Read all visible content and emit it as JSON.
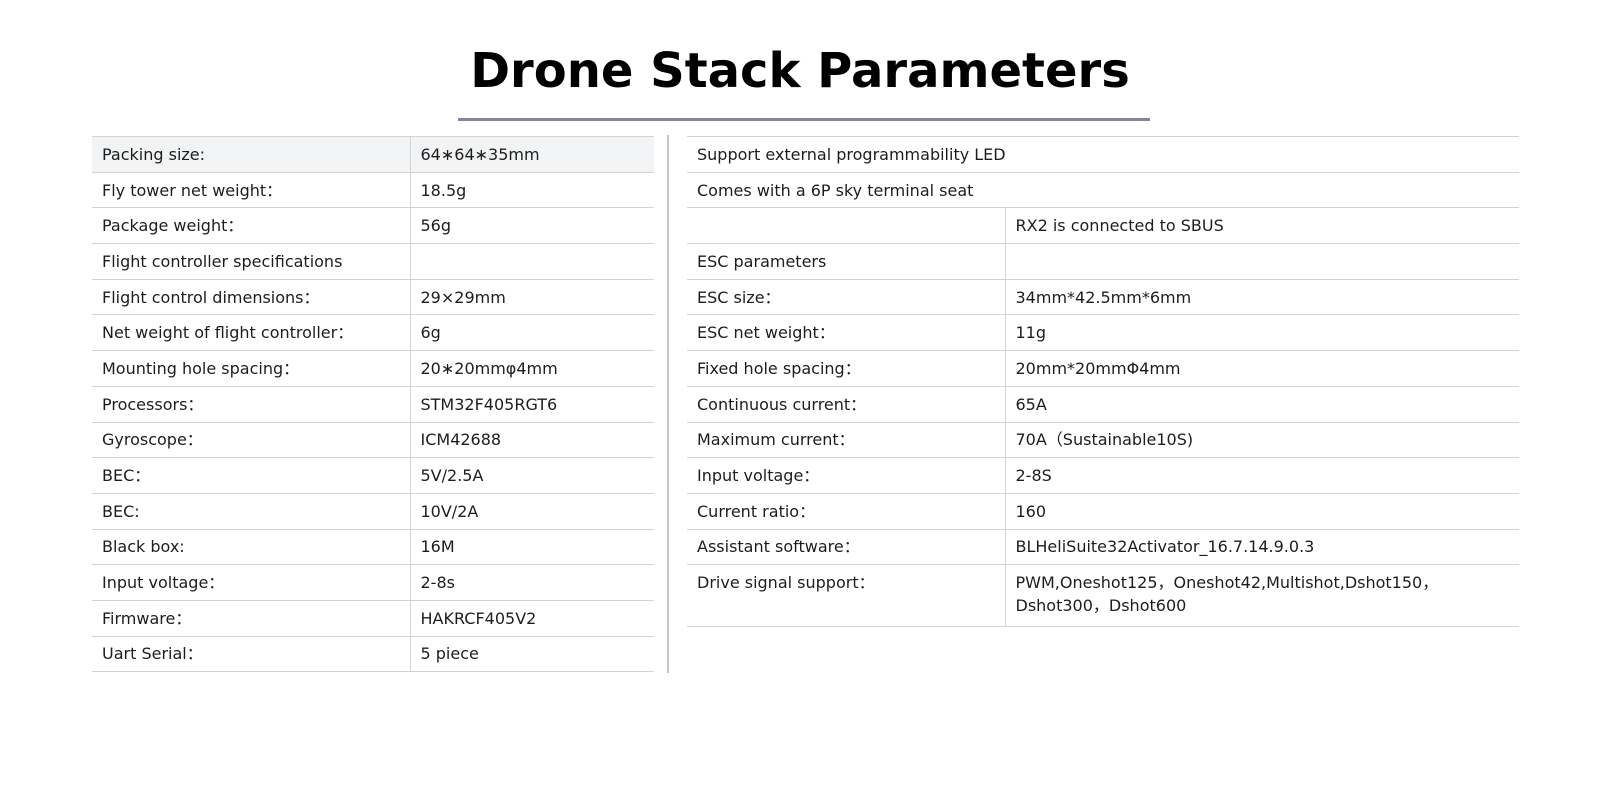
{
  "title": "Drone Stack Parameters",
  "left_table": {
    "rows": [
      {
        "label": "Packing size:",
        "value": "64∗64∗35mm"
      },
      {
        "label": "Fly tower net weight：",
        "value": "18.5g"
      },
      {
        "label": "Package weight：",
        "value": "56g"
      },
      {
        "label": "Flight controller specifications",
        "value": ""
      },
      {
        "label": "Flight control dimensions：",
        "value": "29×29mm"
      },
      {
        "label": "Net weight of flight controller：",
        "value": "6g"
      },
      {
        "label": "Mounting hole spacing：",
        "value": "20∗20mmφ4mm"
      },
      {
        "label": "Processors：",
        "value": "STM32F405RGT6"
      },
      {
        "label": "Gyroscope：",
        "value": "ICM42688"
      },
      {
        "label": "BEC：",
        "value": "5V/2.5A"
      },
      {
        "label": "BEC:",
        "value": "10V/2A"
      },
      {
        "label": "Black box:",
        "value": "16M"
      },
      {
        "label": "Input voltage：",
        "value": "2-8s"
      },
      {
        "label": "Firmware：",
        "value": "HAKRCF405V2"
      },
      {
        "label": "Uart Serial：",
        "value": "5 piece"
      }
    ]
  },
  "right_table": {
    "rows": [
      {
        "label": "Support external programmability LED",
        "value": ""
      },
      {
        "label": "Comes with a 6P sky terminal seat",
        "value": ""
      },
      {
        "label": "",
        "value": "RX2 is connected to SBUS"
      },
      {
        "label": "ESC parameters",
        "value": ""
      },
      {
        "label": "ESC size：",
        "value": "34mm*42.5mm*6mm"
      },
      {
        "label": "ESC net weight：",
        "value": "11g"
      },
      {
        "label": "Fixed hole spacing：",
        "value": "20mm*20mmΦ4mm"
      },
      {
        "label": "Continuous current：",
        "value": "65A"
      },
      {
        "label": "Maximum current：",
        "value": "70A（Sustainable10S)"
      },
      {
        "label": "Input voltage：",
        "value": "2-8S"
      },
      {
        "label": "Current ratio：",
        "value": "160"
      },
      {
        "label": "Assistant software：",
        "value": "BLHeliSuite32Activator_16.7.14.9.0.3"
      },
      {
        "label": "Drive signal support：",
        "value": "PWM,Oneshot125，Oneshot42,Multishot,Dshot150，Dshot300，Dshot600"
      }
    ]
  }
}
